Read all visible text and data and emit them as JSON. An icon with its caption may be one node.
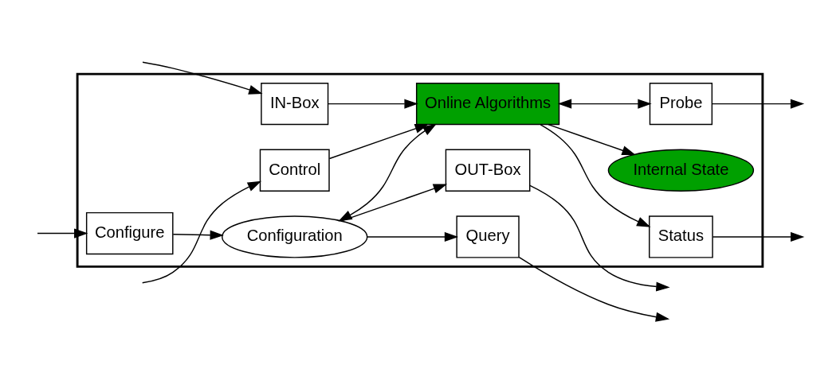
{
  "diagram": {
    "nodes": [
      {
        "text": [],
        "shape": "box"
      },
      {
        "text": [
          "OUT-Box"
        ],
        "in": 0
      },
      {
        "text": [
          "Status"
        ],
        "in": 0
      },
      {
        "text": [
          "IN-Box"
        ],
        "in": 0
      },
      {
        "text": [
          "Control"
        ],
        "in": 0
      },
      {
        "text": [
          "Configuration"
        ],
        "in": 0
      },
      {
        "text": [
          "Online Algorithms"
        ],
        "in": 0
      },
      {
        "text": [
          "Query"
        ],
        "in": 0
      },
      {
        "text": [
          "Configure"
        ],
        "in": 0
      },
      {
        "text": [
          "Probe"
        ],
        "in": 0
      },
      {
        "text": [
          "Internal State"
        ],
        "in": 0
      }
    ],
    "edges": [
      {
        "from": 5,
        "to": 1,
        "arrow": "to"
      },
      {
        "from": 5,
        "to": 7,
        "arrow": "to"
      },
      {
        "from": 6,
        "to": 2,
        "arrow": "to"
      },
      {
        "from": 5,
        "to": 6,
        "arrow": "both"
      },
      {
        "from": 8,
        "to": 5,
        "arrow": "to"
      },
      {
        "from": 3,
        "to": 6,
        "arrow": "to"
      },
      {
        "from": 4,
        "to": 6,
        "arrow": "to"
      },
      {
        "from": 6,
        "to": 9,
        "arrow": "both"
      },
      {
        "from": 6,
        "to": 10,
        "arrow": "to"
      },
      {
        "from": 1,
        "to": null,
        "arrow": "to"
      },
      {
        "from": 2,
        "to": null,
        "arrow": "to"
      },
      {
        "from": null,
        "to": 3,
        "arrow": "to"
      },
      {
        "from": null,
        "to": 4,
        "arrow": "to"
      },
      {
        "from": 7,
        "to": null,
        "arrow": "to"
      },
      {
        "from": null,
        "to": 8,
        "arrow": "to"
      },
      {
        "from": 9,
        "to": null,
        "arrow": "to"
      }
    ]
  }
}
